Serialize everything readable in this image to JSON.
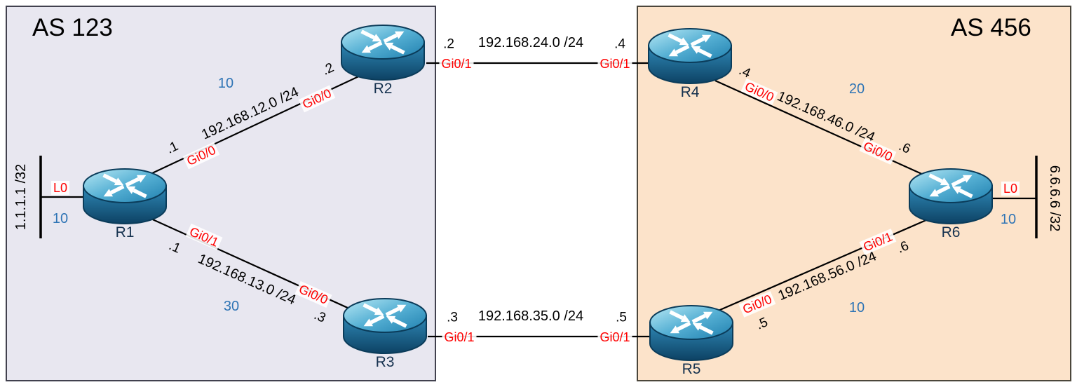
{
  "as_groups": [
    {
      "label": "AS 123",
      "fill": "#e8e7f0",
      "border": "#41414e"
    },
    {
      "label": "AS 456",
      "fill": "#fce3ca",
      "border": "#4b463b"
    }
  ],
  "routers": [
    {
      "name": "R1",
      "as": "AS 123"
    },
    {
      "name": "R2",
      "as": "AS 123"
    },
    {
      "name": "R3",
      "as": "AS 123"
    },
    {
      "name": "R4",
      "as": "AS 456"
    },
    {
      "name": "R5",
      "as": "AS 456"
    },
    {
      "name": "R6",
      "as": "AS 456"
    }
  ],
  "links": [
    {
      "from": "R1",
      "to": "R2",
      "network": "192.168.12.0 /24",
      "cost": "10",
      "end_a": {
        "router": "R1",
        "iface": "Gi0/0",
        "addr": ".1"
      },
      "end_b": {
        "router": "R2",
        "iface": "Gi0/0",
        "addr": ".2"
      }
    },
    {
      "from": "R1",
      "to": "R3",
      "network": "192.168.13.0 /24",
      "cost": "30",
      "end_a": {
        "router": "R1",
        "iface": "Gi0/1",
        "addr": ".1"
      },
      "end_b": {
        "router": "R3",
        "iface": "Gi0/0",
        "addr": ".3"
      }
    },
    {
      "from": "R2",
      "to": "R4",
      "network": "192.168.24.0 /24",
      "cost": "",
      "end_a": {
        "router": "R2",
        "iface": "Gi0/1",
        "addr": ".2"
      },
      "end_b": {
        "router": "R4",
        "iface": "Gi0/1",
        "addr": ".4"
      }
    },
    {
      "from": "R3",
      "to": "R5",
      "network": "192.168.35.0 /24",
      "cost": "",
      "end_a": {
        "router": "R3",
        "iface": "Gi0/1",
        "addr": ".3"
      },
      "end_b": {
        "router": "R5",
        "iface": "Gi0/1",
        "addr": ".5"
      }
    },
    {
      "from": "R4",
      "to": "R6",
      "network": "192.168.46.0 /24",
      "cost": "20",
      "end_a": {
        "router": "R4",
        "iface": "Gi0/0",
        "addr": ".4"
      },
      "end_b": {
        "router": "R6",
        "iface": "Gi0/0",
        "addr": ".6"
      }
    },
    {
      "from": "R5",
      "to": "R6",
      "network": "192.168.56.0 /24",
      "cost": "10",
      "end_a": {
        "router": "R5",
        "iface": "Gi0/0",
        "addr": ".5"
      },
      "end_b": {
        "router": "R6",
        "iface": "Gi0/1",
        "addr": ".6"
      }
    }
  ],
  "loopbacks": [
    {
      "router": "R1",
      "iface": "L0",
      "network": "1.1.1.1 /32",
      "cost": "10"
    },
    {
      "router": "R6",
      "iface": "L0",
      "network": "6.6.6.6 /32",
      "cost": "10"
    }
  ],
  "colors": {
    "interface_label": "#fe0000",
    "cost_label": "#2e74b5",
    "link_line": "#000000",
    "router_fill": "#2a7fae"
  }
}
